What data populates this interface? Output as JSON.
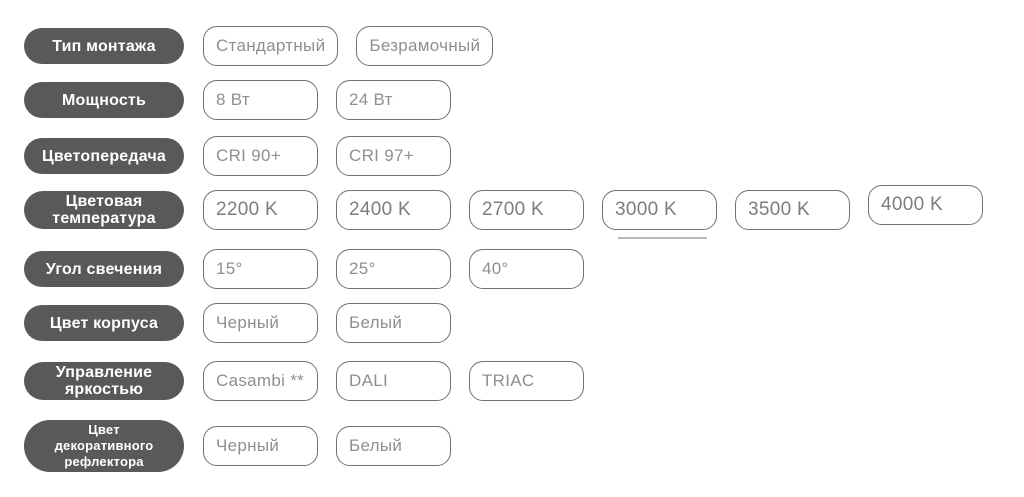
{
  "colors": {
    "background": "#ffffff",
    "label_bg": "#59595b",
    "label_text": "#ffffff",
    "option_border": "#707173",
    "option_text": "#8f8f91",
    "temperature_text": "#7c7d7f",
    "divider": "#b9b9b9"
  },
  "rows": [
    {
      "id": "mounting-type",
      "label": "Тип монтажа",
      "label_lines": [
        "Тип монтажа"
      ],
      "options": [
        "Стандартный",
        "Безрамочный"
      ]
    },
    {
      "id": "power",
      "label": "Мощность",
      "label_lines": [
        "Мощность"
      ],
      "options": [
        "8 Вт",
        "24 Вт"
      ]
    },
    {
      "id": "color-rendering",
      "label": "Цветопередача",
      "label_lines": [
        "Цветопередача"
      ],
      "options": [
        "CRI 90+",
        "CRI 97+"
      ]
    },
    {
      "id": "color-temperature",
      "label": "Цветовая температура",
      "label_lines": [
        "Цветовая",
        "температура"
      ],
      "options": [
        "2200 K",
        "2400 K",
        "2700 K",
        "3000 K",
        "3500 K",
        "4000 K"
      ]
    },
    {
      "id": "beam-angle",
      "label": "Угол свечения",
      "label_lines": [
        "Угол свечения"
      ],
      "options": [
        "15°",
        "25°",
        "40°"
      ]
    },
    {
      "id": "body-color",
      "label": "Цвет корпуса",
      "label_lines": [
        "Цвет корпуса"
      ],
      "options": [
        "Черный",
        "Белый"
      ]
    },
    {
      "id": "dimming",
      "label": "Управление яркостью",
      "label_lines": [
        "Управление",
        "яркостью"
      ],
      "options": [
        "Casambi **",
        "DALI",
        "TRIAC"
      ]
    },
    {
      "id": "reflector-color",
      "label": "Цвет декоративного рефлектора",
      "label_lines": [
        "Цвет",
        "декоративного",
        "рефлектора"
      ],
      "options": [
        "Черный",
        "Белый"
      ]
    }
  ]
}
